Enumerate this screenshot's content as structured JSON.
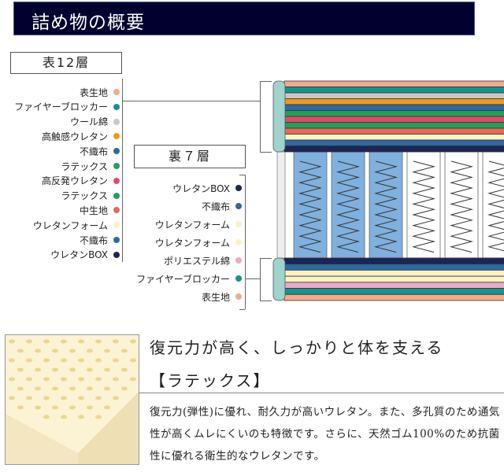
{
  "title": "詰め物の概要",
  "top": {
    "label": "表12層",
    "layers": [
      {
        "name": "表生地",
        "color": "#f2a98e"
      },
      {
        "name": "ファイヤーブロッカー",
        "color": "#13958e"
      },
      {
        "name": "ウール綿",
        "color": "#c8c8c8"
      },
      {
        "name": "高触感ウレタン",
        "color": "#f09a1a"
      },
      {
        "name": "不織布",
        "color": "#2c6aa0"
      },
      {
        "name": "ラテックス",
        "color": "#22a05a"
      },
      {
        "name": "高反発ウレタン",
        "color": "#e24b6a"
      },
      {
        "name": "ラテックス",
        "color": "#22a05a"
      },
      {
        "name": "中生地",
        "color": "#e76a55"
      },
      {
        "name": "ウレタンフォーム",
        "color": "#fbf3c5"
      },
      {
        "name": "不織布",
        "color": "#2c6aa0"
      },
      {
        "name": "ウレタンBOX",
        "color": "#1c2556"
      }
    ]
  },
  "bottom": {
    "label": "裏７層",
    "layers": [
      {
        "name": "ウレタンBOX",
        "color": "#1c2556"
      },
      {
        "name": "不織布",
        "color": "#2c6aa0"
      },
      {
        "name": "ウレタンフォーム",
        "color": "#fbf3c5"
      },
      {
        "name": "ウレタンフォーム",
        "color": "#fbf3c5"
      },
      {
        "name": "ポリエステル綿",
        "color": "#f0a8c8"
      },
      {
        "name": "ファイヤーブロッカー",
        "color": "#13958e"
      },
      {
        "name": "表生地",
        "color": "#f2a98e"
      }
    ]
  },
  "feature": {
    "headline": "復元力が高く、しっかりと体を支える",
    "name": "【ラテックス】",
    "description": "復元力(弾性)に優れ、耐久力が高いウレタン。また、多孔質のため通気性が高くムレにくいのも特徴です。さらに、天然ゴム100%のため抗菌性に優れる衛生的なウレタンです。"
  },
  "colors": {
    "banner": "#02002e",
    "cap": "#9fd3cc",
    "spring_blue": "#7fb0de"
  }
}
